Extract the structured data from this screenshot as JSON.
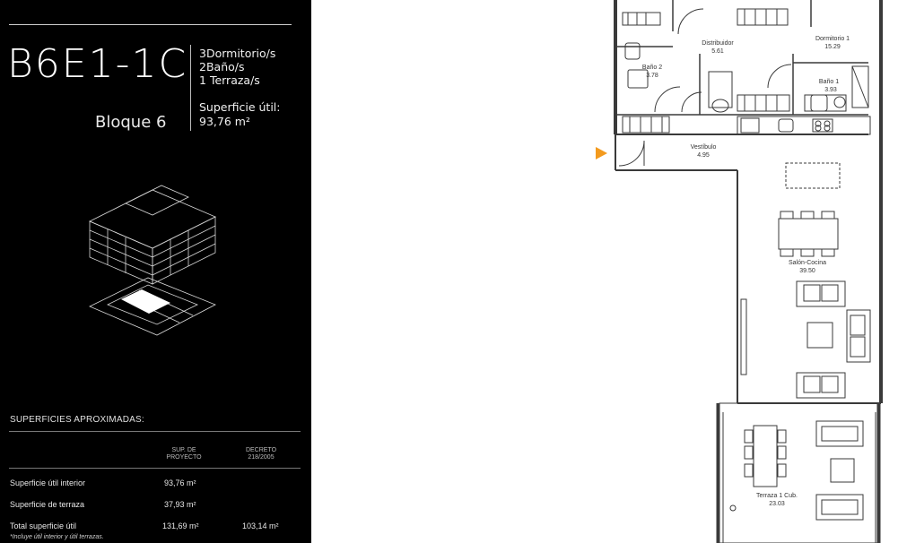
{
  "unit": {
    "code": "B6E1-1C",
    "block": "Bloque 6",
    "bedrooms_num": "3",
    "bedrooms_label": "Dormitorio/s",
    "baths_num": "2",
    "baths_label": "Baño/s",
    "terraces_num": "1",
    "terraces_label": "Terraza/s",
    "surface_label": "Superficie útil:",
    "surface_value": "93,76 m²"
  },
  "table": {
    "title": "SUPERFICIES APROXIMADAS:",
    "col1_line1": "SUP. DE",
    "col1_line2": "PROYECTO",
    "col2_line1": "DECRETO",
    "col2_line2": "218/2005",
    "rows": [
      {
        "label": "Superficie útil interior",
        "proyecto": "93,76 m²",
        "decreto": ""
      },
      {
        "label": "Superficie de terraza",
        "proyecto": "37,93 m²",
        "decreto": ""
      },
      {
        "label": "Total superficie útil",
        "proyecto": "131,69 m²",
        "decreto": "103,14 m²"
      }
    ],
    "note": "*Incluye útil interior y útil terrazas."
  },
  "rooms": {
    "distribuidor": {
      "name": "Distribuidor",
      "area": "5.61"
    },
    "dormitorio1": {
      "name": "Dormitorio 1",
      "area": "15.29"
    },
    "bano2": {
      "name": "Baño 2",
      "area": "3.78"
    },
    "bano1": {
      "name": "Baño 1",
      "area": "3.93"
    },
    "vestibulo": {
      "name": "Vestíbulo",
      "area": "4.95"
    },
    "salon": {
      "name": "Salón-Cocina",
      "area": "39.50"
    },
    "terraza": {
      "name": "Terraza 1 Cub.",
      "area": "23.03"
    }
  },
  "colors": {
    "panel": "#000000",
    "entry_marker": "#f39a1e",
    "walls": "#3a3a3a"
  }
}
